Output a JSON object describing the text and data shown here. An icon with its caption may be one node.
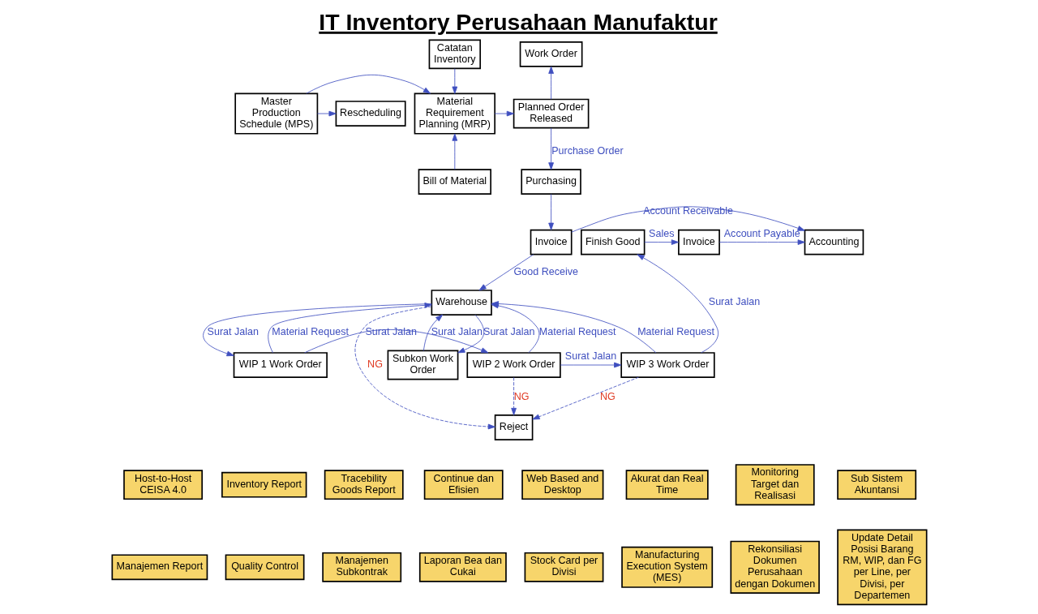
{
  "diagram": {
    "title": "IT Inventory Perusahaan Manufaktur",
    "nodes": [
      {
        "text": [
          "Work Order"
        ]
      },
      {
        "text": [
          "Catatan Inventory"
        ]
      },
      {
        "text": [
          "Planned Order Released"
        ]
      },
      {
        "text": [
          "Material Requirement Planning (MRP)"
        ]
      },
      {
        "text": [
          "Master Production Schedule (MPS)"
        ]
      },
      {
        "text": [
          "Rescheduling"
        ]
      },
      {
        "text": [
          "Purchasing"
        ]
      },
      {
        "text": [
          "Bill of Material"
        ]
      },
      {
        "text": [
          "Invoice"
        ]
      },
      {
        "text": [
          "Accounting"
        ]
      },
      {
        "text": [
          "Invoice"
        ]
      },
      {
        "text": [
          "Finish Good"
        ]
      },
      {
        "text": [
          "Warehouse"
        ]
      },
      {
        "text": [
          "Subkon Work Order"
        ]
      },
      {
        "text": [
          "WIP 1 Work Order"
        ]
      },
      {
        "text": [
          "WIP 2 Work Order"
        ]
      },
      {
        "text": [
          "WIP 3 Work Order"
        ]
      },
      {
        "text": [
          "Reject"
        ]
      },
      {
        "text": [
          "Host-to-Host CEISA 4.0"
        ]
      },
      {
        "text": [
          "Inventory Report"
        ]
      },
      {
        "text": [
          "Tracebility Goods Report"
        ]
      },
      {
        "text": [
          "Continue dan Efisien"
        ]
      },
      {
        "text": [
          "Web Based and Desktop"
        ]
      },
      {
        "text": [
          "Akurat dan Real Time"
        ]
      },
      {
        "text": [
          "Monitoring Target dan Realisasi"
        ]
      },
      {
        "text": [
          "Sub Sistem Akuntansi"
        ]
      },
      {
        "text": [
          "Manajemen Report"
        ]
      },
      {
        "text": [
          "Quality Control"
        ]
      },
      {
        "text": [
          "Manajemen Subkontrak"
        ]
      },
      {
        "text": [
          "Laporan Bea dan Cukai"
        ]
      },
      {
        "text": [
          "Stock Card per Divisi"
        ]
      },
      {
        "text": [
          "Manufacturing Execution System (MES)"
        ]
      },
      {
        "text": [
          "Rekonsiliasi Dokumen Perusahaan dengan Dokumen"
        ]
      },
      {
        "text": [
          "Update Detail Posisi Barang RM, WIP, dan FG per Line, per Divisi, per Departemen"
        ]
      }
    ],
    "edges": [
      {
        "from": 2,
        "to": 0,
        "arrow": "to"
      },
      {
        "from": 1,
        "to": 3,
        "arrow": "to"
      },
      {
        "from": 3,
        "to": 2,
        "arrow": "to"
      },
      {
        "from": 4,
        "to": 3,
        "arrow": "to"
      },
      {
        "from": 4,
        "to": 5,
        "arrow": "to"
      },
      {
        "from": 7,
        "to": 3,
        "arrow": "to"
      },
      {
        "from": 2,
        "to": 6,
        "arrow": "to",
        "label": "Purchase Order"
      },
      {
        "from": 6,
        "to": 8,
        "arrow": "to"
      },
      {
        "from": 8,
        "to": 9,
        "arrow": "to",
        "label": "Account Receivable"
      },
      {
        "from": 10,
        "to": 9,
        "arrow": "to",
        "label": "Account Payable"
      },
      {
        "from": 11,
        "to": 10,
        "arrow": "to",
        "label": "Sales"
      },
      {
        "from": 8,
        "to": 12,
        "arrow": "to",
        "label": "Good Receive"
      },
      {
        "from": 13,
        "to": 12,
        "arrow": "to",
        "label": "Surat Jalan"
      },
      {
        "from": 12,
        "to": 13,
        "arrow": "to",
        "label": "Surat Jalan"
      },
      {
        "from": 12,
        "to": 14,
        "arrow": "to",
        "label": "Surat Jalan"
      },
      {
        "from": 12,
        "to": 17,
        "arrow": "to",
        "label": "NG",
        "style": "dashed"
      },
      {
        "from": 14,
        "to": 12,
        "arrow": "to",
        "label": "Material Request"
      },
      {
        "from": 15,
        "to": 12,
        "arrow": "to",
        "label": "Material Request"
      },
      {
        "from": 16,
        "to": 12,
        "arrow": "to",
        "label": "Material Request"
      },
      {
        "from": 14,
        "to": 15,
        "arrow": "to",
        "label": "Surat Jalan"
      },
      {
        "from": 15,
        "to": 16,
        "arrow": "to",
        "label": "Surat Jalan"
      },
      {
        "from": 16,
        "to": 11,
        "arrow": "to",
        "label": "Surat Jalan"
      },
      {
        "from": 15,
        "to": 17,
        "arrow": "to",
        "label": "NG",
        "style": "dashed"
      },
      {
        "from": 16,
        "to": 17,
        "arrow": "to",
        "label": "NG",
        "style": "dashed"
      }
    ]
  }
}
